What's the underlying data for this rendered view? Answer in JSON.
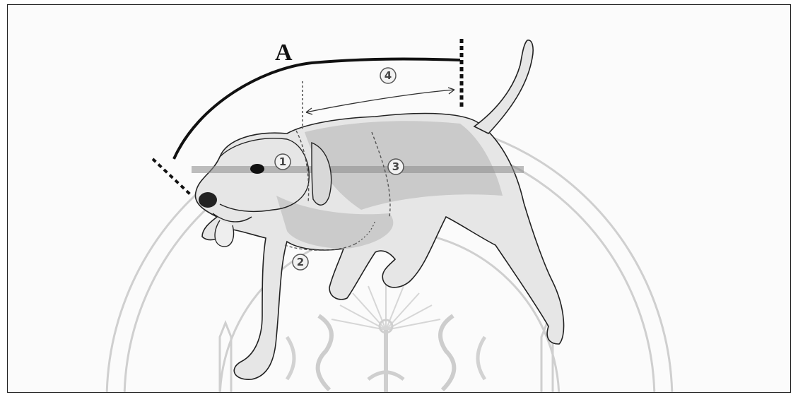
{
  "figure": {
    "label": "A",
    "markers": [
      "1",
      "2",
      "3",
      "4"
    ]
  },
  "icons": {
    "subject": "dog-figure",
    "watermark": "university-emblem-watermark"
  },
  "colors": {
    "line": "#111111",
    "shading": "#9a9a9a",
    "watermark": "#c8c8c8"
  }
}
